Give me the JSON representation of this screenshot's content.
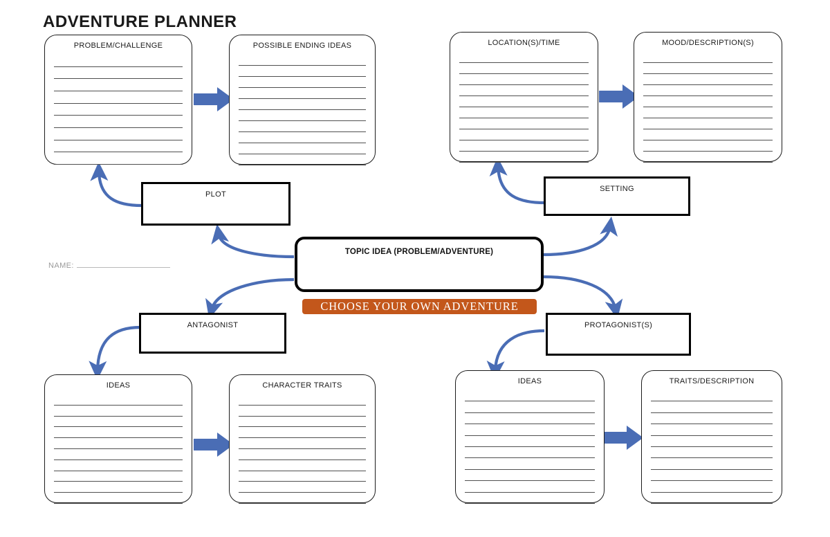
{
  "document": {
    "title": "ADVENTURE PLANNER",
    "name_label": "NAME:",
    "banner_text": "CHOOSE YOUR OWN ADVENTURE"
  },
  "colors": {
    "arrow_blue": "#4A6DB5",
    "banner_orange": "#C3571B",
    "border_black": "#000000",
    "rule_gray": "#4F4F4F",
    "name_gray": "#9A9A9A"
  },
  "center": {
    "topic_box_label": "TOPIC IDEA (PROBLEM/ADVENTURE)"
  },
  "branch_boxes": [
    {
      "id": "plot",
      "label": "PLOT"
    },
    {
      "id": "setting",
      "label": "SETTING"
    },
    {
      "id": "antagonist",
      "label": "ANTAGONIST"
    },
    {
      "id": "protagonist",
      "label": "PROTAGONIST(S)"
    }
  ],
  "note_cards": [
    {
      "id": "problem-challenge",
      "label": "PROBLEM/CHALLENGE",
      "lines": 9
    },
    {
      "id": "possible-ending",
      "label": "POSSIBLE ENDING IDEAS",
      "lines": 10
    },
    {
      "id": "locations-time",
      "label": "LOCATION(S)/TIME",
      "lines": 10
    },
    {
      "id": "mood-descriptions",
      "label": "MOOD/DESCRIPTION(S)",
      "lines": 10
    },
    {
      "id": "antagonist-ideas",
      "label": "IDEAS",
      "lines": 10
    },
    {
      "id": "character-traits",
      "label": "CHARACTER TRAITS",
      "lines": 10
    },
    {
      "id": "protagonist-ideas",
      "label": "IDEAS",
      "lines": 10
    },
    {
      "id": "traits-description",
      "label": "TRAITS/DESCRIPTION",
      "lines": 10
    }
  ]
}
